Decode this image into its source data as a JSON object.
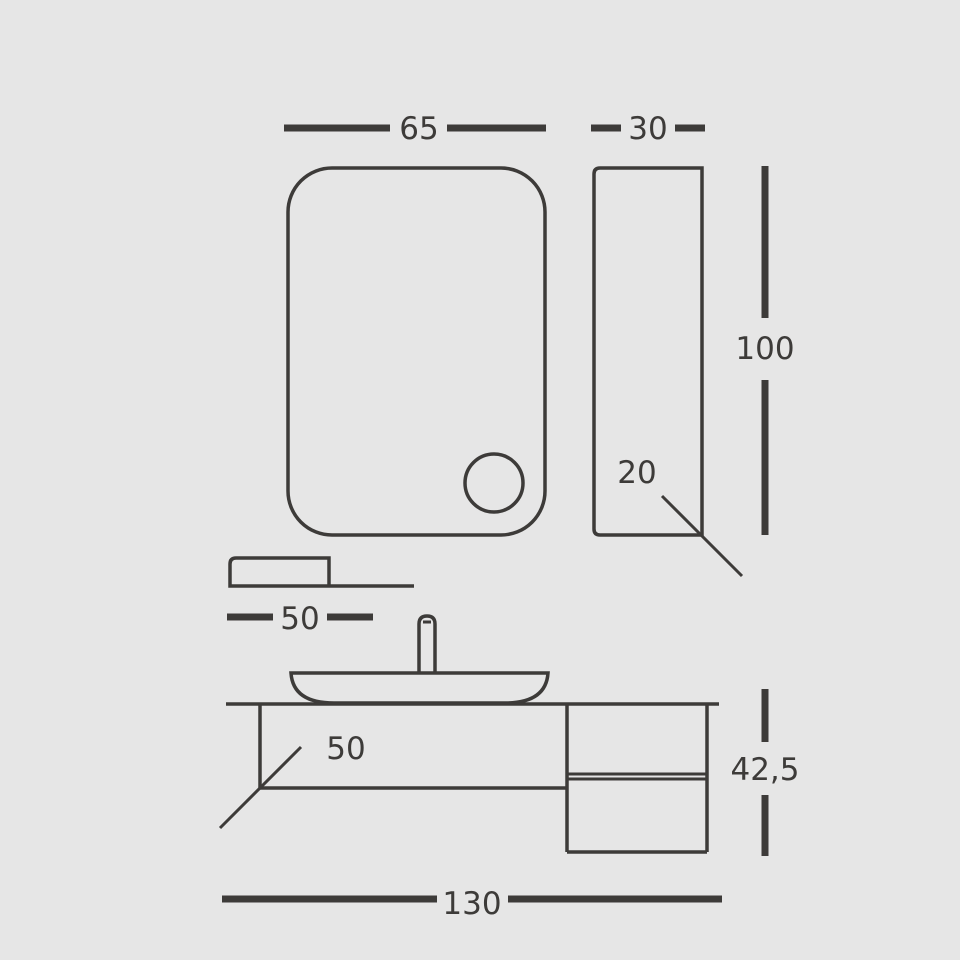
{
  "dimensions": {
    "mirror_width": "65",
    "cabinet_depth": "30",
    "tall_height": "100",
    "cabinet_side_depth": "20",
    "shelf_width": "50",
    "vanity_depth": "50",
    "vanity_height": "42,5",
    "overall_width": "130"
  },
  "colors": {
    "background": "#e6e6e6",
    "line": "#3d3b39"
  }
}
